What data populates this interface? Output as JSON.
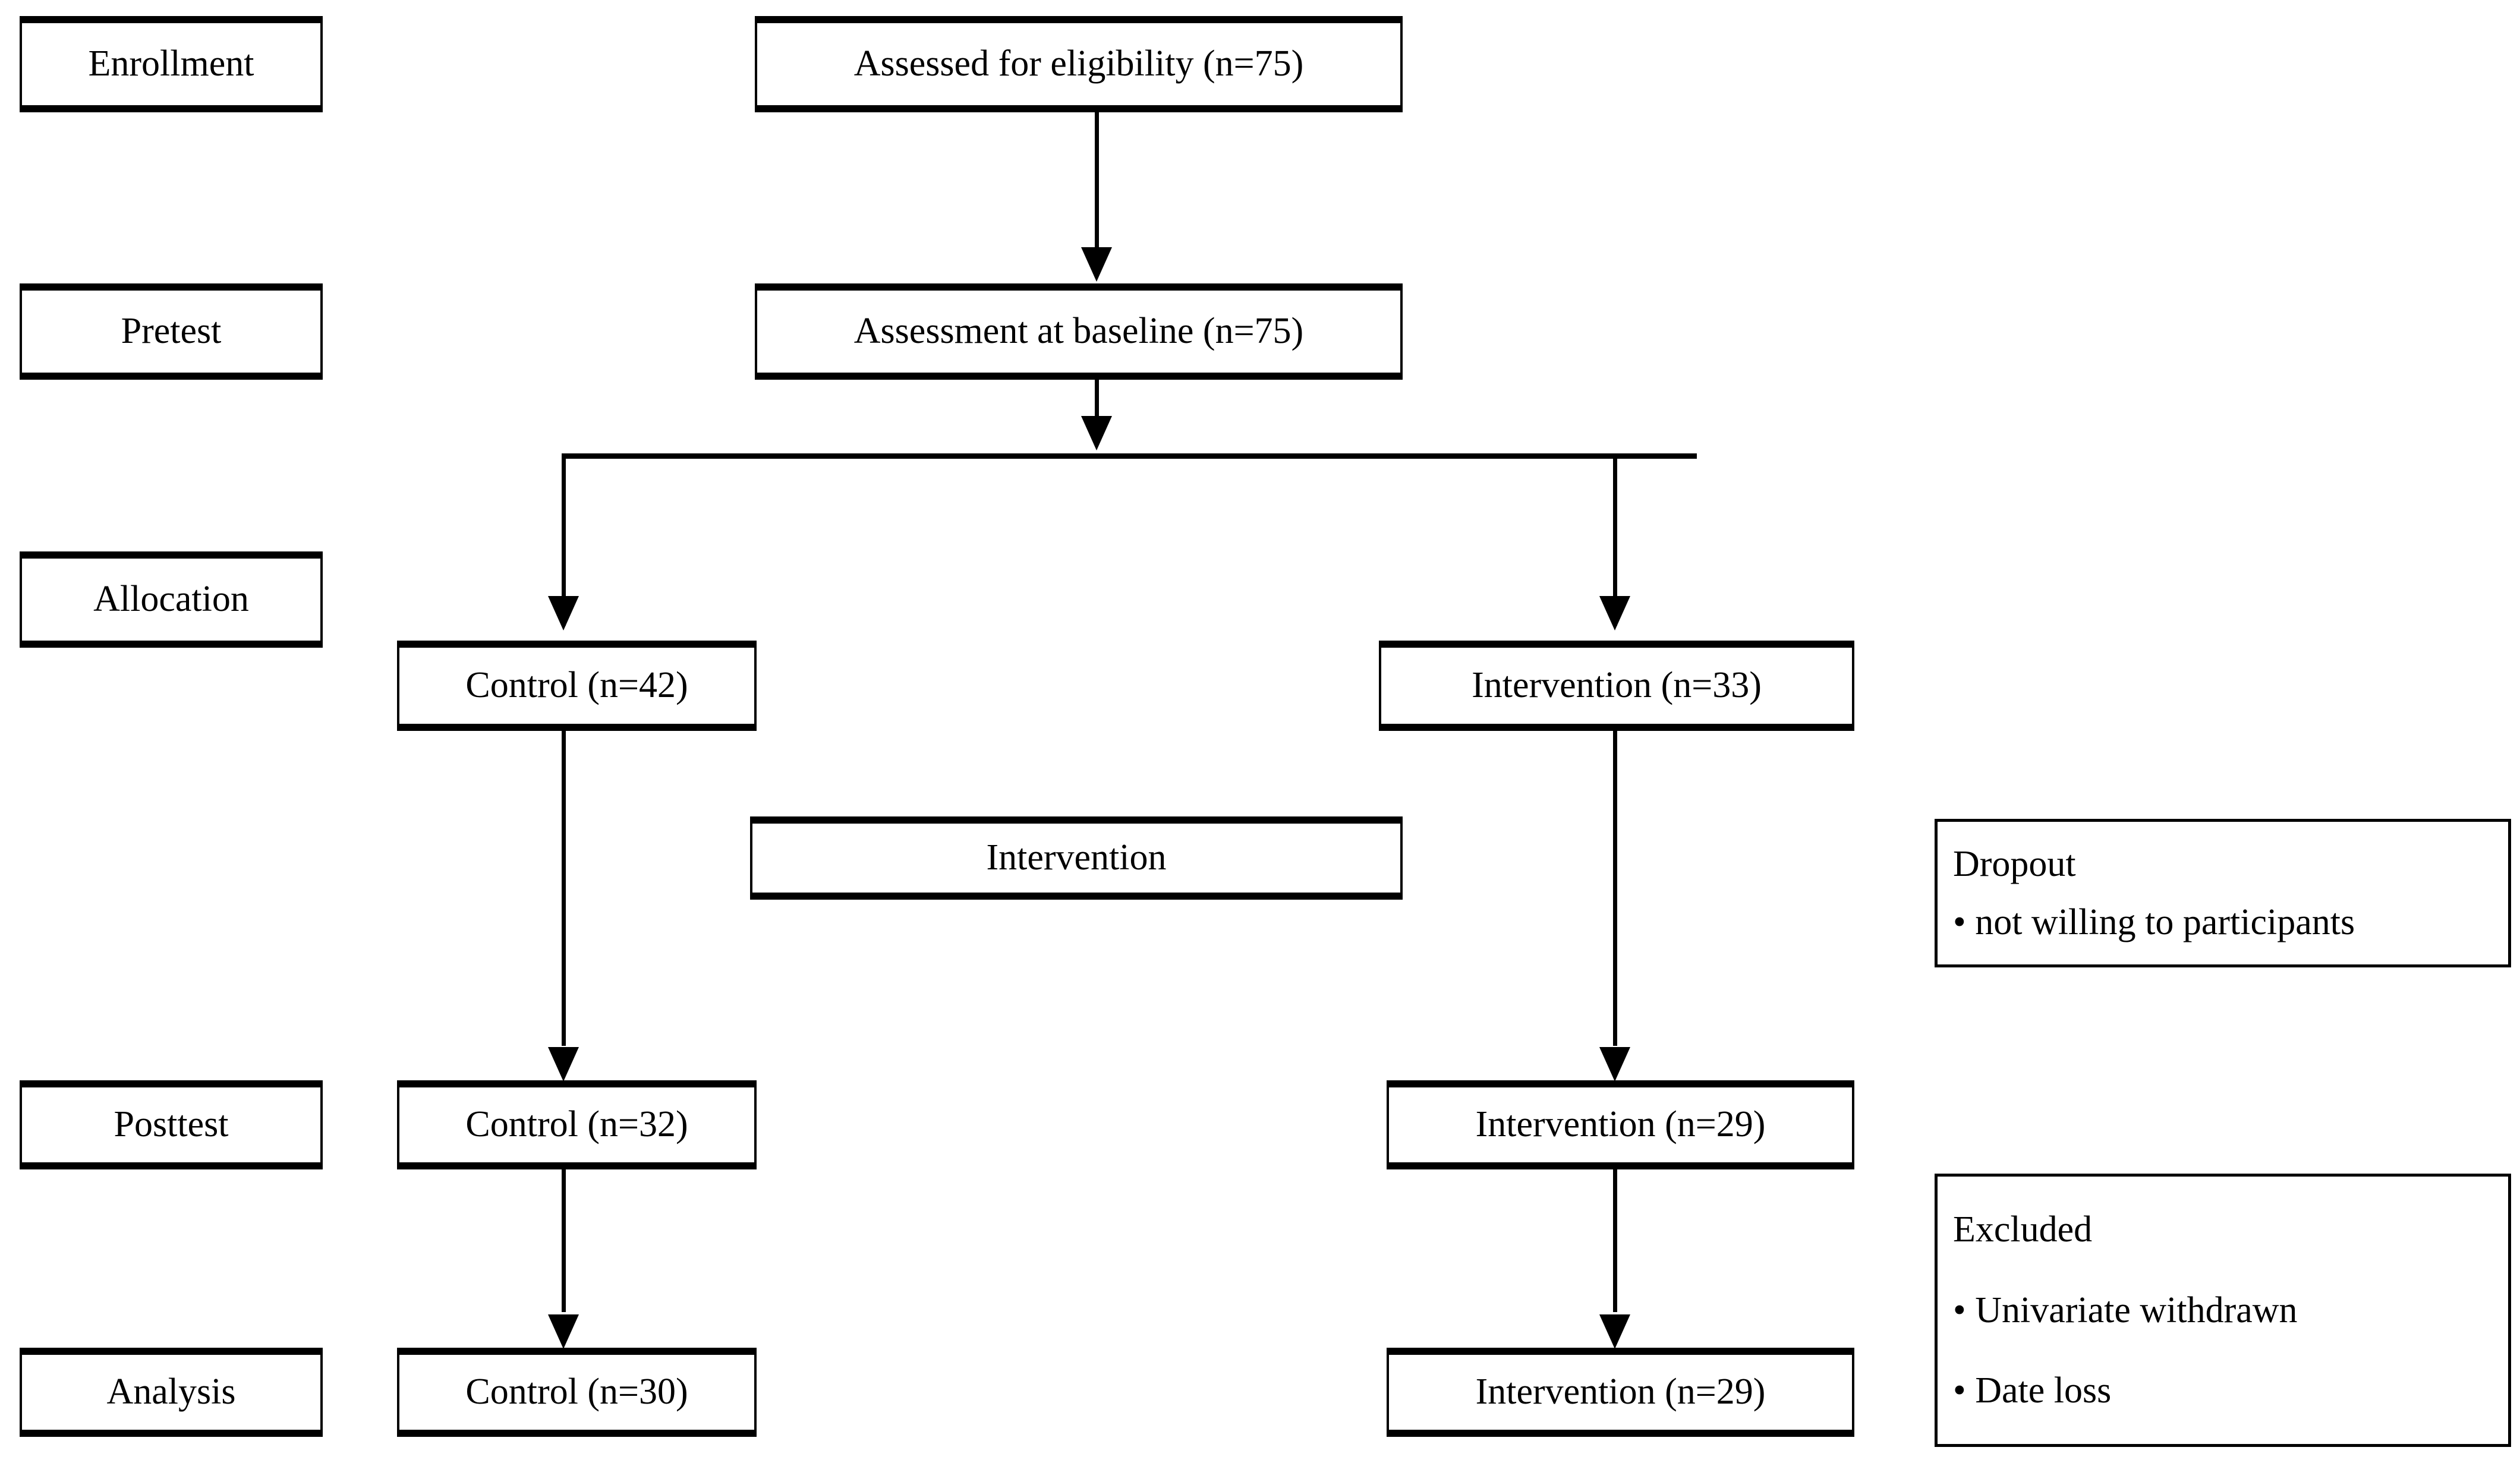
{
  "figure": {
    "kind": "consort-participant-flow-diagram",
    "background_color": "#ffffff",
    "line_color": "#000000",
    "text_color": "#000000"
  },
  "stages": [
    {
      "id": "enrollment",
      "label": "Enrollment"
    },
    {
      "id": "pretest",
      "label": "Pretest"
    },
    {
      "id": "allocation",
      "label": "Allocation"
    },
    {
      "id": "posttest",
      "label": "Posttest"
    },
    {
      "id": "analysis",
      "label": "Analysis"
    }
  ],
  "nodes": {
    "assessed": {
      "label": "Assessed for eligibility (n=75)"
    },
    "baseline": {
      "label": "Assessment at baseline (n=75)"
    },
    "control_alloc": {
      "label": "Control (n=42)"
    },
    "intervention_alloc": {
      "label": "Intervention (n=33)"
    },
    "intervention_middle": {
      "label": "Intervention"
    },
    "control_post": {
      "label": "Control (n=32)"
    },
    "intervention_post": {
      "label": "Intervention (n=29)"
    },
    "control_analysis": {
      "label": "Control (n=30)"
    },
    "intervention_analysis": {
      "label": "Intervention (n=29)"
    }
  },
  "notes": {
    "dropout": {
      "title": "Dropout",
      "items": [
        "• not willing to participants"
      ]
    },
    "excluded": {
      "title": "Excluded",
      "items": [
        "• Univariate withdrawn",
        "• Date loss"
      ]
    }
  },
  "chart_data": {
    "type": "diagram",
    "title": "CONSORT participant flow",
    "stages": [
      "Enrollment",
      "Pretest",
      "Allocation",
      "Posttest",
      "Analysis"
    ],
    "series": [
      {
        "name": "Control",
        "steps": [
          {
            "stage": "Enrollment",
            "label": "Assessed for eligibility (n=75)",
            "n": 75
          },
          {
            "stage": "Pretest",
            "label": "Assessment at baseline (n=75)",
            "n": 75
          },
          {
            "stage": "Allocation",
            "label": "Control (n=42)",
            "n": 42
          },
          {
            "stage": "Posttest",
            "label": "Control (n=32)",
            "n": 32
          },
          {
            "stage": "Analysis",
            "label": "Control (n=30)",
            "n": 30
          }
        ]
      },
      {
        "name": "Intervention",
        "steps": [
          {
            "stage": "Enrollment",
            "label": "Assessed for eligibility (n=75)",
            "n": 75
          },
          {
            "stage": "Pretest",
            "label": "Assessment at baseline (n=75)",
            "n": 75
          },
          {
            "stage": "Allocation",
            "label": "Intervention (n=33)",
            "n": 33
          },
          {
            "stage": "Posttest",
            "label": "Intervention (n=29)",
            "n": 29
          },
          {
            "stage": "Analysis",
            "label": "Intervention (n=29)",
            "n": 29
          }
        ]
      }
    ],
    "annotations": [
      {
        "title": "Dropout",
        "items": [
          "• not willing to participants"
        ]
      },
      {
        "title": "Excluded",
        "items": [
          "• Univariate withdrawn",
          "• Date loss"
        ]
      }
    ],
    "edges": [
      {
        "from": "Assessed for eligibility (n=75)",
        "to": "Assessment at baseline (n=75)"
      },
      {
        "from": "Assessment at baseline (n=75)",
        "to": "Control (n=42)"
      },
      {
        "from": "Assessment at baseline (n=75)",
        "to": "Intervention (n=33)"
      },
      {
        "from": "Control (n=42)",
        "to": "Control (n=32)"
      },
      {
        "from": "Intervention (n=33)",
        "to": "Intervention (n=29)"
      },
      {
        "from": "Control (n=32)",
        "to": "Control (n=30)"
      },
      {
        "from": "Intervention (n=29)",
        "to": "Intervention (n=29)"
      }
    ]
  }
}
